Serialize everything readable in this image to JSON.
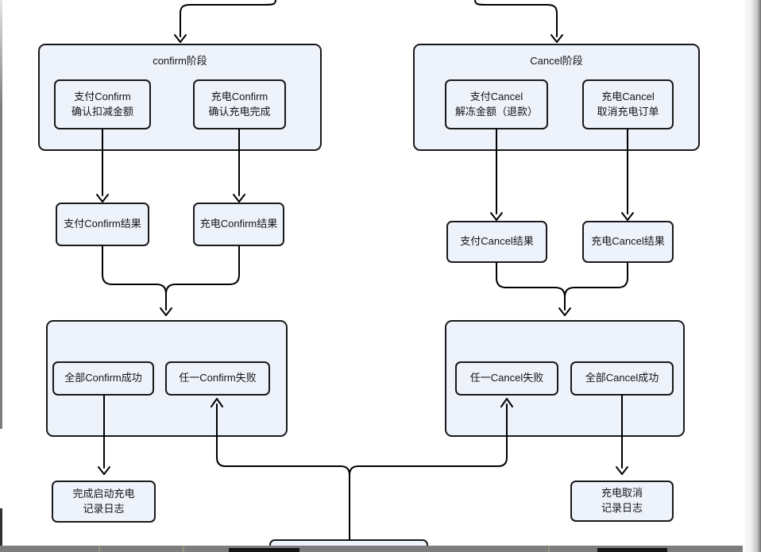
{
  "diagram": {
    "confirm_stage": {
      "title": "confirm阶段",
      "pay_line1": "支付Confirm",
      "pay_line2": "确认扣减金额",
      "charge_line1": "充电Confirm",
      "charge_line2": "确认充电完成"
    },
    "cancel_stage": {
      "title": "Cancel阶段",
      "pay_line1": "支付Cancel",
      "pay_line2": "解冻金额（退款）",
      "charge_line1": "充电Cancel",
      "charge_line2": "取消充电订单"
    },
    "results": {
      "confirm_pay": "支付Confirm结果",
      "confirm_charge": "充电Confirm结果",
      "cancel_pay": "支付Cancel结果",
      "cancel_charge": "充电Cancel结果"
    },
    "outcomes": {
      "confirm_all_success": "全部Confirm成功",
      "confirm_any_fail": "任一Confirm失败",
      "cancel_any_fail": "任一Cancel失败",
      "cancel_all_success": "全部Cancel成功"
    },
    "finals": {
      "left_line1": "完成启动充电",
      "left_line2": "记录日志",
      "right_line1": "充电取消",
      "right_line2": "记录日志"
    }
  },
  "colors": {
    "node_fill": "#edf2fb",
    "node_border": "#1a1a1a",
    "edge": "#000000",
    "bottom_bar": "#7d7d7d",
    "bar_black_segment": "#141414"
  }
}
